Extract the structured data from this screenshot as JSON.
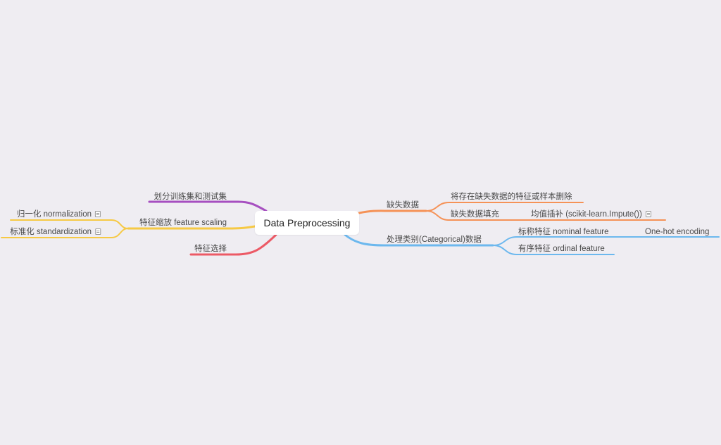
{
  "root": {
    "label": "Data Preprocessing"
  },
  "branches": {
    "split": {
      "label": "划分训练集和测试集",
      "color": "#a64fc0"
    },
    "scaling": {
      "label": "特征缩放 feature scaling",
      "color": "#f6c944",
      "children": {
        "normalization": {
          "label": "归一化 normalization"
        },
        "standardization": {
          "label": "标准化 standardization"
        }
      }
    },
    "selection": {
      "label": "特征选择",
      "color": "#ec5a66"
    },
    "missing": {
      "label": "缺失数据",
      "color": "#f59257",
      "children": {
        "delete": {
          "label": "将存在缺失数据的特征或样本删除"
        },
        "fill": {
          "label": "缺失数据填充",
          "children": {
            "mean": {
              "label": "均值插补 (scikit-learn.Impute())"
            }
          }
        }
      }
    },
    "categorical": {
      "label": "处理类别(Categorical)数据",
      "color": "#6cb8ee",
      "children": {
        "nominal": {
          "label": "标称特征 nominal feature",
          "children": {
            "onehot": {
              "label": "One-hot encoding"
            }
          }
        },
        "ordinal": {
          "label": "有序特征 ordinal feature"
        }
      }
    }
  }
}
